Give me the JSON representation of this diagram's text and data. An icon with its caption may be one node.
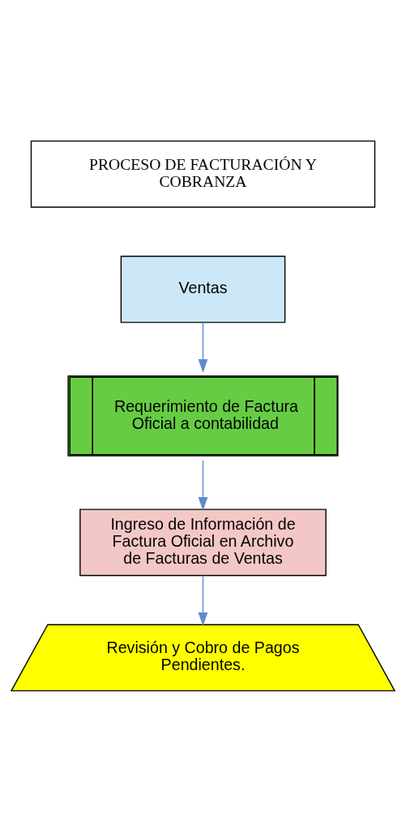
{
  "diagram": {
    "nodes": [
      {
        "text": [
          "PROCESO DE FACTURACIÓN Y COBRANZA"
        ]
      },
      {
        "text": [
          "Ventas"
        ]
      },
      {
        "text": [
          "Requerimiento de Factura Oficial a contabilidad"
        ]
      },
      {
        "text": [
          "Ingreso de Información de Factura Oficial en Archivo de Facturas de Ventas"
        ]
      },
      {
        "text": [
          "Revisión y Cobro de Pagos Pendientes."
        ]
      }
    ],
    "edges": [
      {
        "from": 1,
        "to": 2,
        "arrow": "to"
      },
      {
        "from": 2,
        "to": 3,
        "arrow": "to"
      },
      {
        "from": 3,
        "to": 4,
        "arrow": "to"
      }
    ]
  }
}
